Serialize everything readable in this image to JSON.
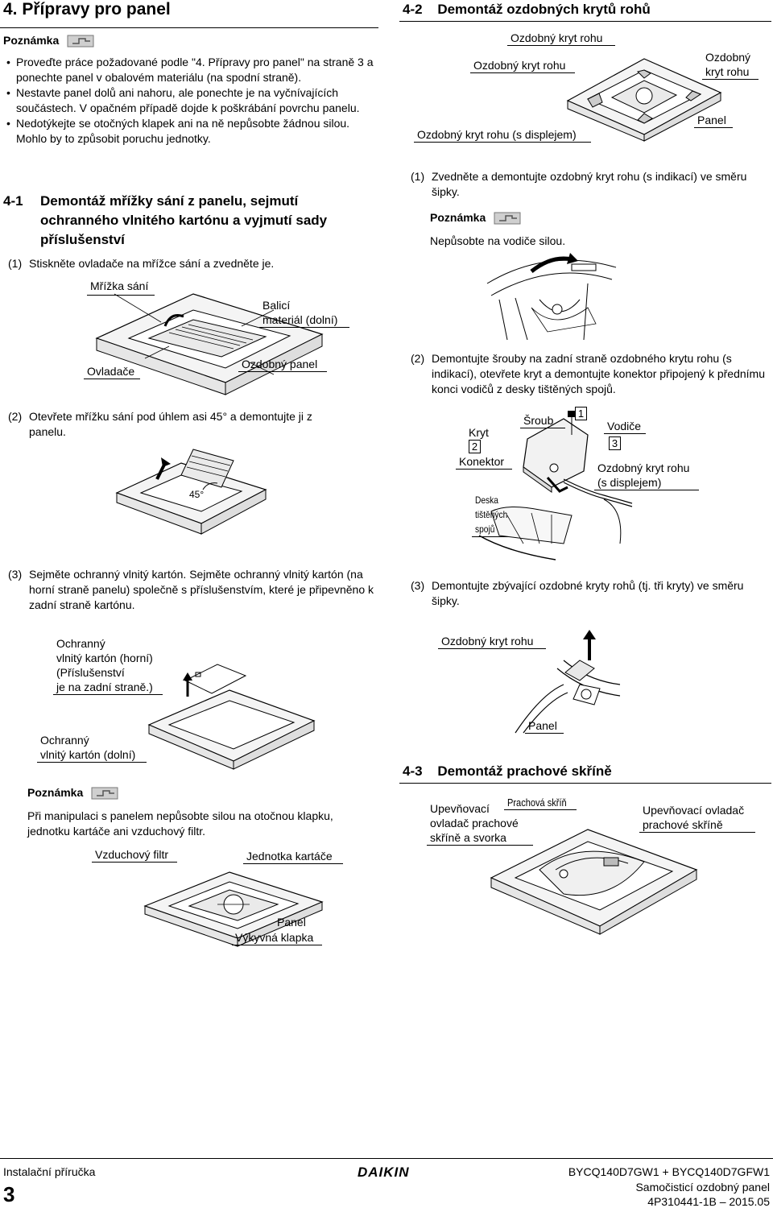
{
  "section": {
    "title": "4.   Přípravy pro panel",
    "note_label": "Poznámka",
    "bullets": [
      "Proveďte práce požadované podle \"4. Přípravy pro panel\" na straně 3 a ponechte panel v obalovém materiálu (na spodní straně).",
      "Nestavte panel dolů ani nahoru, ale ponechte je na vyčnívajících součástech. V opačném případě dojde k poškrábání povrchu panelu.",
      "Nedotýkejte se otočných klapek ani na ně nepůsobte žádnou silou. Mohlo by to způsobit poruchu jednotky."
    ]
  },
  "s41": {
    "number": "4-1",
    "title": "Demontáž mřížky sání z panelu, sejmutí ochranného vlnitého kartónu a vyjmutí sady příslušenství",
    "step1": {
      "num": "(1)",
      "text": "Stiskněte ovladače na mřížce sání a zvedněte je."
    },
    "fig1": {
      "grille": "Mřížka sání",
      "packing_1": "Balicí",
      "packing_2": "materiál (dolní)",
      "controls": "Ovladače",
      "panel": "Ozdobný panel"
    },
    "step2": {
      "num": "(2)",
      "text": "Otevřete mřížku sání pod úhlem asi 45° a demontujte ji z panelu."
    },
    "fig2": {
      "angle": "45°"
    },
    "step3": {
      "num": "(3)",
      "text": "Sejměte ochranný vlnitý kartón. Sejměte ochranný vlnitý kartón (na horní straně panelu) společně s příslušenstvím, které je připevněno k zadní straně kartónu."
    },
    "fig3": {
      "upper_1": "Ochranný",
      "upper_2": "vlnitý kartón (horní)",
      "upper_3": "(Příslušenství",
      "upper_4": "je na zadní straně.)",
      "lower_1": "Ochranný",
      "lower_2": "vlnitý kartón (dolní)"
    },
    "note_label": "Poznámka",
    "note_text": "Při manipulaci s panelem nepůsobte silou na otočnou klapku, jednotku kartáče ani vzduchový filtr.",
    "fig4": {
      "filter": "Vzduchový filtr",
      "brush": "Jednotka kartáče",
      "panel": "Panel",
      "flap": "Výkyvná klapka"
    }
  },
  "s42": {
    "number": "4-2",
    "title": "Demontáž ozdobných krytů rohů",
    "fig1": {
      "top": "Ozdobný kryt rohu",
      "left": "Ozdobný kryt rohu",
      "right_1": "Ozdobný",
      "right_2": "kryt rohu",
      "panel": "Panel",
      "display": "Ozdobný kryt rohu (s displejem)"
    },
    "step1": {
      "num": "(1)",
      "text": "Zvedněte a demontujte ozdobný kryt rohu (s indikací) ve směru šipky."
    },
    "note_label": "Poznámka",
    "note_text": "Nepůsobte na vodiče silou.",
    "step2": {
      "num": "(2)",
      "text": "Demontujte šrouby na zadní straně ozdobného krytu rohu (s indikací), otevřete kryt a demontujte konektor připojený k přednímu konci vodičů z desky tištěných spojů."
    },
    "fig2": {
      "cover": "Kryt",
      "screw": "Šroub",
      "n1": "1",
      "n2": "2",
      "n3": "3",
      "wires": "Vodiče",
      "connector": "Konektor",
      "corner_1": "Ozdobný kryt rohu",
      "corner_2": "(s displejem)",
      "pcb_1": "Deska",
      "pcb_2": "tištěných",
      "pcb_3": "spojů"
    },
    "step3": {
      "num": "(3)",
      "text": "Demontujte zbývající ozdobné kryty rohů (tj. tři kryty) ve směru šipky."
    },
    "fig3": {
      "corner": "Ozdobný kryt rohu",
      "panel": "Panel"
    }
  },
  "s43": {
    "number": "4-3",
    "title": "Demontáž prachové skříně",
    "fig": {
      "box": "Prachová skříň",
      "left_1": "Upevňovací",
      "left_2": "ovladač prachové",
      "left_3": "skříně a svorka",
      "right_1": "Upevňovací ovladač",
      "right_2": "prachové skříně"
    }
  },
  "footer": {
    "left": "Instalační příručka",
    "page": "3",
    "brand": "DAIKIN",
    "right_1": "BYCQ140D7GW1 + BYCQ140D7GFW1",
    "right_2": "Samočisticí ozdobný panel",
    "right_3": "4P310441-1B – 2015.05"
  },
  "colors": {
    "text": "#000000",
    "line": "#000000",
    "panel_fill": "#f4f4f4"
  }
}
